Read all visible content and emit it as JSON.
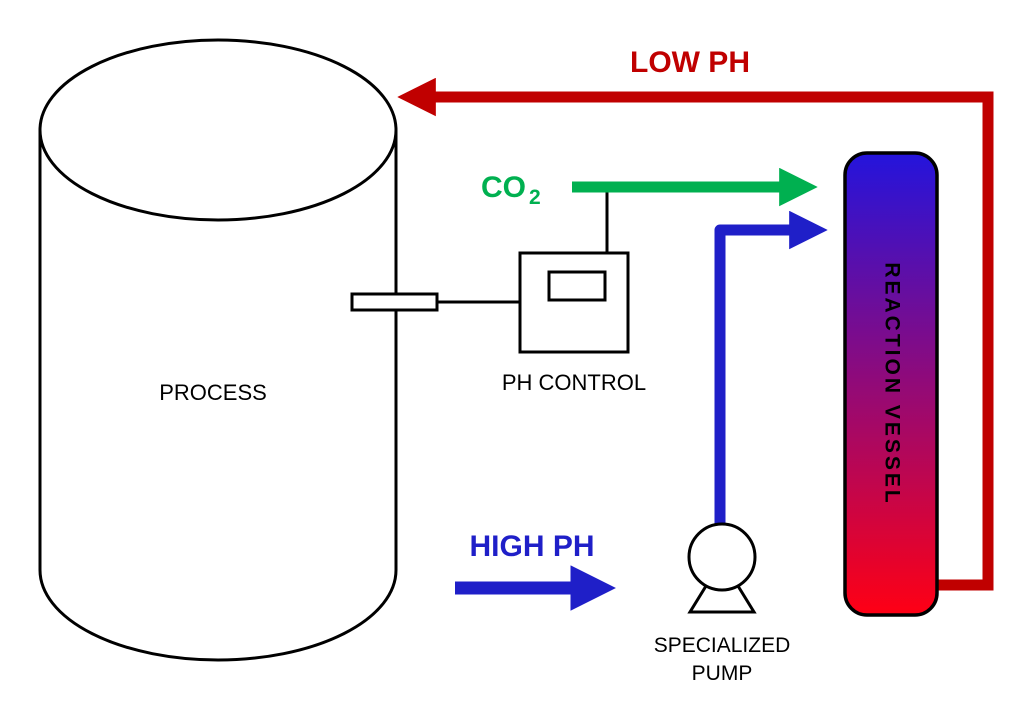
{
  "diagram": {
    "process_tank": {
      "label": "PROCESS"
    },
    "ph_control": {
      "label": "PH CONTROL"
    },
    "co2_feed": {
      "label_main": "CO",
      "label_sub": "2"
    },
    "high_ph": {
      "label": "HIGH PH"
    },
    "low_ph": {
      "label": "LOW PH"
    },
    "reaction_vessel": {
      "label": "REACTION VESSEL"
    },
    "pump": {
      "label_line1": "SPECIALIZED",
      "label_line2": "PUMP"
    },
    "colors": {
      "co2_green": "#00B050",
      "ph_blue": "#1F1FC8",
      "ph_red": "#C00000",
      "vessel_top_blue": "#2414DC",
      "vessel_bottom_red": "#FF0014",
      "outline_black": "#000000"
    }
  }
}
